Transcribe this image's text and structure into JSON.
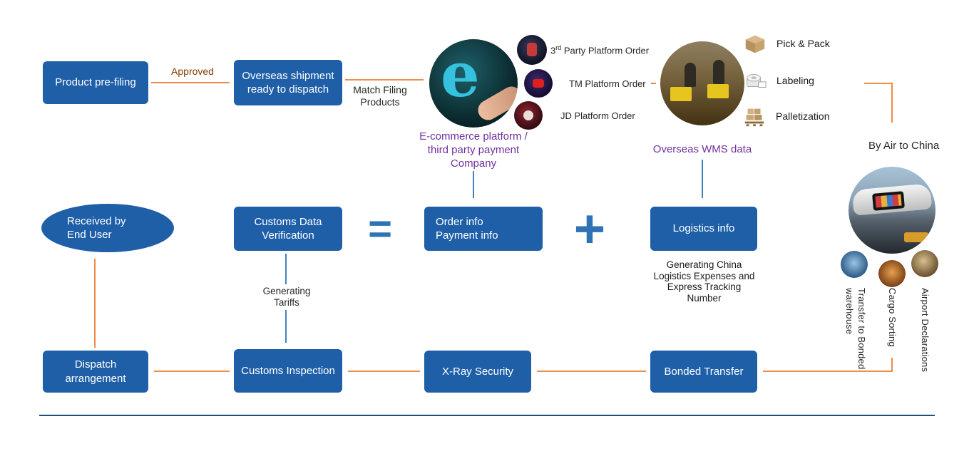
{
  "colors": {
    "node_blue": "#1F5FA8",
    "arrow_orange": "#ED7D31",
    "arrow_blue": "#2E74B5",
    "label_purple": "#7030A0",
    "divider_blue": "#1F4E79"
  },
  "top_row": {
    "product_prefiling": "Product pre-filing",
    "approved_label": "Approved",
    "overseas_shipment": "Overseas shipment\nready to dispatch",
    "match_filing_label": "Match Filing\nProducts",
    "ecommerce_logo_letter": "e",
    "ecommerce_caption": "E-commerce platform /\nthird party payment\nCompany",
    "platform_orders": {
      "first_num": "3",
      "first_sup": "rd",
      "first_rest": " Party Platform Order",
      "tm": "TM Platform Order",
      "jd": "JD Platform Order"
    },
    "wms_caption": "Overseas WMS data",
    "wms_steps": [
      "Pick & Pack",
      "Labeling",
      "Palletization"
    ],
    "by_air": "By Air to China"
  },
  "right_column": {
    "transfer": "Transfer to Bonded warehouse",
    "cargo": "Cargo Sorting",
    "airport": "Airport Declarations"
  },
  "middle_row": {
    "received_by": "Received by\nEnd User",
    "customs_data_verification": "Customs Data\nVerification",
    "equals": "=",
    "order_info": "Order info\nPayment info",
    "plus": "+",
    "logistics_info": "Logistics info",
    "generating_china": "Generating China\nLogistics Expenses and\nExpress Tracking\nNumber",
    "generating_tariffs": "Generating\nTariffs"
  },
  "bottom_row": {
    "bonded_transfer": "Bonded Transfer",
    "xray_security": "X-Ray Security",
    "customs_inspection": "Customs Inspection",
    "dispatch_arrangement": "Dispatch\narrangement"
  }
}
